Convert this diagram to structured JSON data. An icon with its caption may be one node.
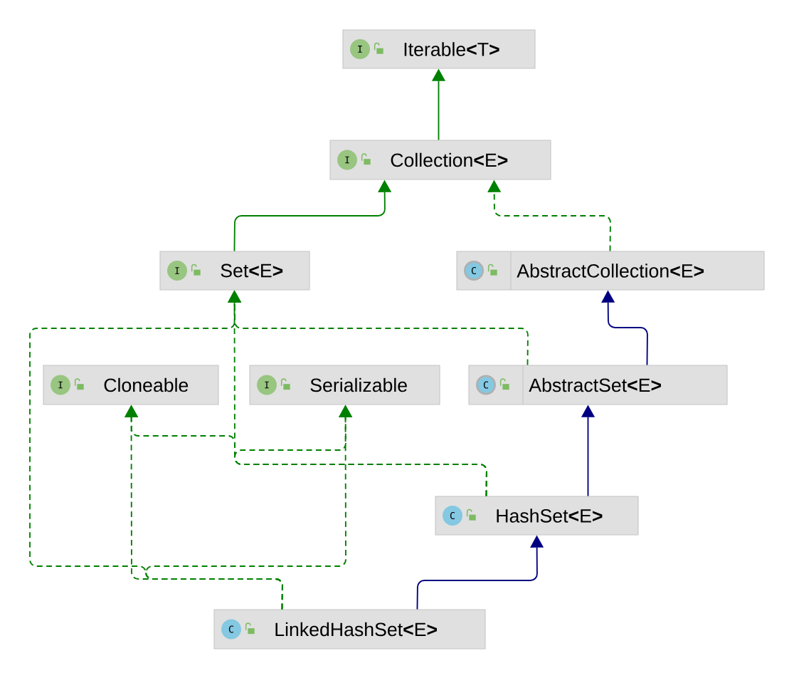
{
  "diagram": {
    "nodes": [
      {
        "text": [
          "I",
          "Iterable**<**T**>**"
        ]
      },
      {
        "text": [
          "I",
          "Collection**<**E**>**"
        ]
      },
      {
        "text": [
          "I",
          "Set**<**E**>**"
        ]
      },
      {
        "text": [
          "C",
          "AbstractCollection**<**E**>**"
        ]
      },
      {
        "text": [
          "I",
          "Cloneable"
        ]
      },
      {
        "text": [
          "I",
          "Serializable"
        ]
      },
      {
        "text": [
          "C",
          "AbstractSet**<**E**>**"
        ]
      },
      {
        "text": [
          "C",
          "HashSet**<**E**>**"
        ]
      },
      {
        "text": [
          "C",
          "LinkedHashSet**<**E**>**"
        ]
      }
    ],
    "edges": [
      {
        "from": 1,
        "to": 0,
        "arrow": "to"
      },
      {
        "from": 2,
        "to": 1,
        "arrow": "to"
      },
      {
        "from": 3,
        "to": 1,
        "arrow": "to",
        "style": "dashed"
      },
      {
        "from": 6,
        "to": 3,
        "arrow": "to",
        "color": "#000080"
      },
      {
        "from": 6,
        "to": 2,
        "arrow": "to",
        "style": "dashed"
      },
      {
        "from": 7,
        "to": 6,
        "arrow": "to",
        "color": "#000080"
      },
      {
        "from": 7,
        "to": 2,
        "arrow": "to",
        "style": "dashed"
      },
      {
        "from": 7,
        "to": 4,
        "arrow": "to",
        "style": "dashed"
      },
      {
        "from": 7,
        "to": 5,
        "arrow": "to",
        "style": "dashed"
      },
      {
        "from": 8,
        "to": 7,
        "arrow": "to",
        "color": "#000080"
      },
      {
        "from": 8,
        "to": 2,
        "arrow": "to",
        "style": "dashed"
      },
      {
        "from": 8,
        "to": 4,
        "arrow": "to",
        "style": "dashed"
      },
      {
        "from": 8,
        "to": 5,
        "arrow": "to",
        "style": "dashed"
      }
    ]
  }
}
